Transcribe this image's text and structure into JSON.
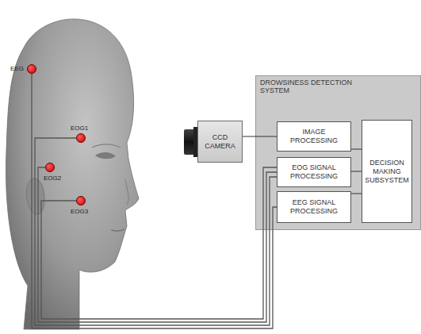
{
  "diagram": {
    "nodes": [
      {
        "text": [
          "DROWSINESS DETECTION SYSTEM"
        ]
      },
      {
        "text": [
          "IMAGE PROCESSING"
        ],
        "in": 0
      },
      {
        "text": [
          "EOG SIGNAL PROCESSING"
        ],
        "in": 0
      },
      {
        "text": [
          "EEG SIGNAL PROCESSING"
        ],
        "in": 0
      },
      {
        "text": [
          "DECISION MAKING SUBSYSTEM"
        ],
        "in": 0
      },
      {
        "text": [
          "CCD CAMERA"
        ]
      },
      {
        "text": [
          "EEG"
        ]
      },
      {
        "text": [
          "EOG1"
        ]
      },
      {
        "text": [
          "EOG2"
        ]
      },
      {
        "text": [
          "EOG3"
        ]
      }
    ],
    "edges": [
      {
        "from": 5,
        "to": 1,
        "arrow": "none"
      },
      {
        "from": 1,
        "to": 4,
        "arrow": "none"
      },
      {
        "from": 2,
        "to": 4,
        "arrow": "none"
      },
      {
        "from": 3,
        "to": 4,
        "arrow": "none"
      },
      {
        "from": 6,
        "to": 3,
        "arrow": "none"
      },
      {
        "from": 7,
        "to": 2,
        "arrow": "none"
      },
      {
        "from": 8,
        "to": 2,
        "arrow": "none"
      },
      {
        "from": 9,
        "to": 2,
        "arrow": "none"
      }
    ]
  }
}
